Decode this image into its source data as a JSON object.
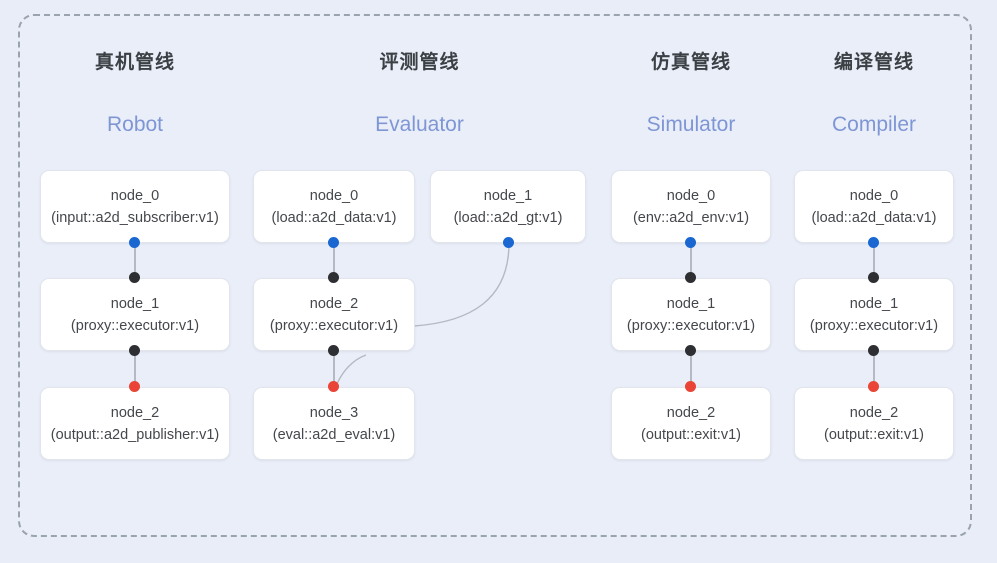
{
  "diagram": {
    "frame_style": "dashed-rounded-group",
    "background_color": "#e8edf8",
    "frame_border_color": "#9aa3ae"
  },
  "colors": {
    "port_input": "#1a67d2",
    "port_internal": "#2e2f33",
    "port_output": "#e94435",
    "edge": "#b4bac4",
    "title": "#3b4045",
    "subtitle": "#7f96d4",
    "node_text": "#44474c",
    "node_bg": "#ffffff"
  },
  "columns": [
    {
      "id": "robot",
      "title": "真机管线",
      "subtitle": "Robot",
      "nodes": [
        {
          "name": "node_0",
          "type": "(input::a2d_subscriber:v1)"
        },
        {
          "name": "node_1",
          "type": "(proxy::executor:v1)"
        },
        {
          "name": "node_2",
          "type": "(output::a2d_publisher:v1)"
        }
      ]
    },
    {
      "id": "evaluator",
      "title": "评测管线",
      "subtitle": "Evaluator",
      "nodes": [
        {
          "name": "node_0",
          "type": "(load::a2d_data:v1)"
        },
        {
          "name": "node_1",
          "type": "(load::a2d_gt:v1)"
        },
        {
          "name": "node_2",
          "type": "(proxy::executor:v1)"
        },
        {
          "name": "node_3",
          "type": "(eval::a2d_eval:v1)"
        }
      ]
    },
    {
      "id": "simulator",
      "title": "仿真管线",
      "subtitle": "Simulator",
      "nodes": [
        {
          "name": "node_0",
          "type": "(env::a2d_env:v1)"
        },
        {
          "name": "node_1",
          "type": "(proxy::executor:v1)"
        },
        {
          "name": "node_2",
          "type": "(output::exit:v1)"
        }
      ]
    },
    {
      "id": "compiler",
      "title": "编译管线",
      "subtitle": "Compiler",
      "nodes": [
        {
          "name": "node_0",
          "type": "(load::a2d_data:v1)"
        },
        {
          "name": "node_1",
          "type": "(proxy::executor:v1)"
        },
        {
          "name": "node_2",
          "type": "(output::exit:v1)"
        }
      ]
    }
  ]
}
